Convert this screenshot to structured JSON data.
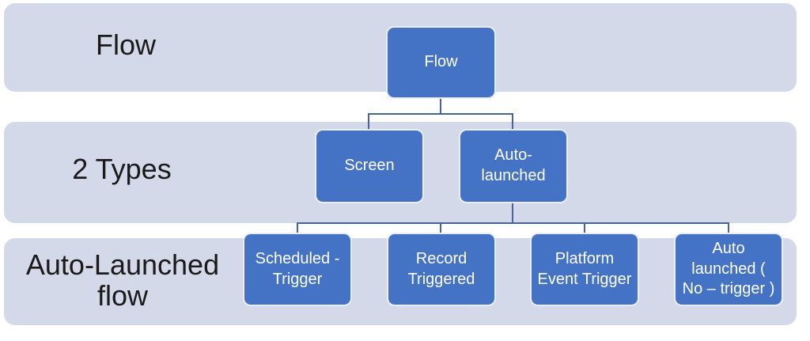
{
  "colors": {
    "background": "#ffffff",
    "row_band": "#d4d9e9",
    "node_fill": "#4473c5",
    "node_border": "#e9edf7",
    "node_text": "#ffffff",
    "connector": "#44639f",
    "label_text": "#1a1a1a"
  },
  "rows": [
    {
      "label": "Flow"
    },
    {
      "label": "2 Types"
    },
    {
      "label": "Auto-Launched\nflow"
    }
  ],
  "nodes": {
    "flow": {
      "label": "Flow"
    },
    "screen": {
      "label": "Screen"
    },
    "auto_launched": {
      "label": "Auto-\nlaunched"
    },
    "scheduled_trigger": {
      "label": "Scheduled -\nTrigger"
    },
    "record_triggered": {
      "label": "Record\nTriggered"
    },
    "platform_event_trigger": {
      "label": "Platform\nEvent Trigger"
    },
    "auto_launched_no_trigger": {
      "label": "Auto\nlaunched (\nNo – trigger )"
    }
  },
  "edges": [
    {
      "from": "Flow",
      "to": "Screen"
    },
    {
      "from": "Flow",
      "to": "Auto-launched"
    },
    {
      "from": "Auto-launched",
      "to": "Scheduled - Trigger"
    },
    {
      "from": "Auto-launched",
      "to": "Record Triggered"
    },
    {
      "from": "Auto-launched",
      "to": "Platform Event Trigger"
    },
    {
      "from": "Auto-launched",
      "to": "Auto launched ( No – trigger )"
    }
  ]
}
